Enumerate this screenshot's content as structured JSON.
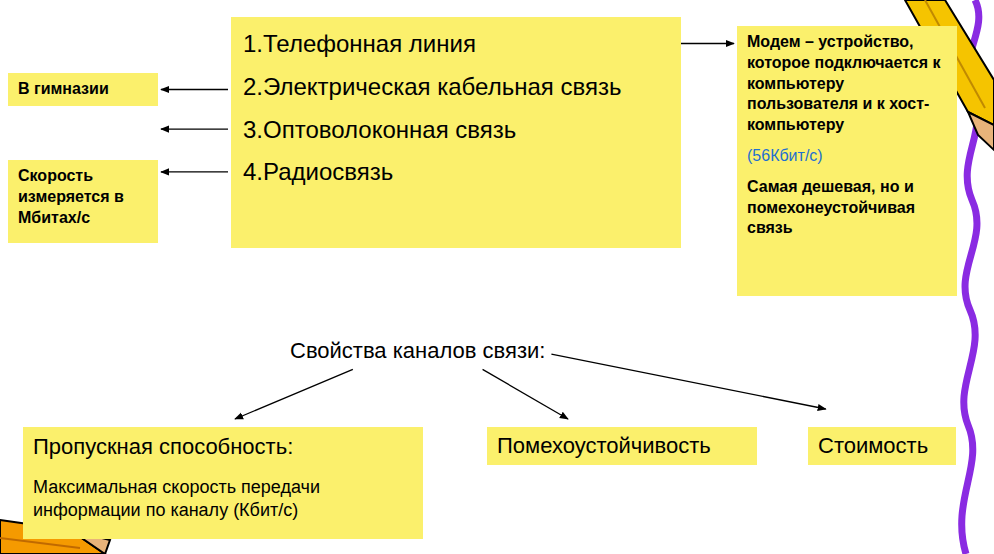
{
  "diagram": {
    "nodes": [
      {
        "text": [
          "1.Телефонная линия",
          "2.Электрическая кабельная связь",
          "3.Оптоволоконная связь",
          "4.Радиосвязь"
        ]
      },
      {
        "text": [
          "Модем – устройство, которое подключается к компьютеру пользователя и к хост-компьютеру",
          "(56Кбит/с)",
          "Самая дешевая, но и помехонеустойчивая связь"
        ]
      },
      {
        "text": [
          "В гимназии"
        ]
      },
      {
        "text": [
          "Скорость измеряется в Мбитах/с"
        ]
      },
      {
        "text": [
          "Свойства каналов связи:"
        ]
      },
      {
        "text": [
          "Пропускная способность:",
          "Максимальная скорость передачи информации по каналу (Кбит/с)"
        ]
      },
      {
        "text": [
          "Помехоустойчивость"
        ]
      },
      {
        "text": [
          "Стоимость"
        ]
      }
    ],
    "edges": [
      {
        "from": 0,
        "to": 1,
        "arrow": "to"
      },
      {
        "from": 0,
        "to": 2,
        "arrow": "to"
      },
      {
        "from": 0,
        "to": 3,
        "arrow": "to"
      },
      {
        "from": 0,
        "to": 3,
        "arrow": "to"
      },
      {
        "from": 4,
        "to": 5,
        "arrow": "to"
      },
      {
        "from": 4,
        "to": 6,
        "arrow": "to"
      },
      {
        "from": 4,
        "to": 7,
        "arrow": "to"
      }
    ]
  }
}
